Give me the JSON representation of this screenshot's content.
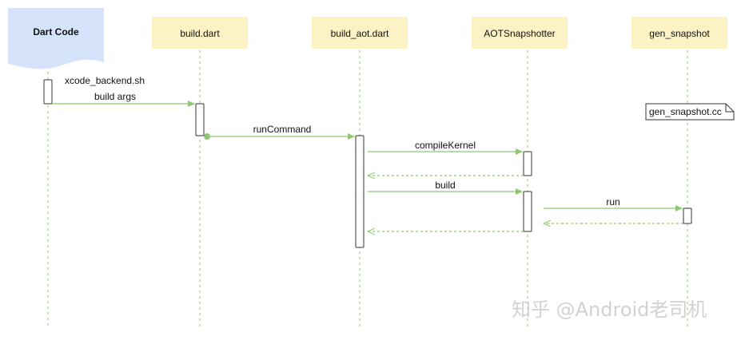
{
  "participants": [
    {
      "id": "dart_code",
      "label": "Dart Code",
      "style": "document",
      "fill": "#d4e3fa"
    },
    {
      "id": "build_dart",
      "label": "build.dart",
      "style": "box",
      "fill": "#fdf2c4"
    },
    {
      "id": "build_aot",
      "label": "build_aot.dart",
      "style": "box",
      "fill": "#fdf2c4"
    },
    {
      "id": "aot_snapshotter",
      "label": "AOTSnapshotter",
      "style": "box",
      "fill": "#fdf2c4"
    },
    {
      "id": "gen_snapshot",
      "label": "gen_snapshot",
      "style": "box",
      "fill": "#fdf2c4"
    }
  ],
  "messages": [
    {
      "label": "xcode_backend.sh",
      "kind": "note"
    },
    {
      "label": "build args",
      "from": "dart_code",
      "to": "build_dart",
      "kind": "call"
    },
    {
      "label": "runCommand",
      "from": "build_dart",
      "to": "build_aot",
      "kind": "call"
    },
    {
      "label": "compileKernel",
      "from": "build_aot",
      "to": "aot_snapshotter",
      "kind": "call"
    },
    {
      "label": "",
      "from": "aot_snapshotter",
      "to": "build_aot",
      "kind": "return"
    },
    {
      "label": "build",
      "from": "build_aot",
      "to": "aot_snapshotter",
      "kind": "call"
    },
    {
      "label": "run",
      "from": "aot_snapshotter",
      "to": "gen_snapshot",
      "kind": "call"
    },
    {
      "label": "",
      "from": "gen_snapshot",
      "to": "aot_snapshotter",
      "kind": "return"
    },
    {
      "label": "",
      "from": "aot_snapshotter",
      "to": "build_aot",
      "kind": "return"
    }
  ],
  "note": {
    "label": "gen_snapshot.cc",
    "attached_to": "gen_snapshot"
  },
  "watermark": "知乎 @Android老司机",
  "colors": {
    "lifeline": "#a8d08d",
    "arrow": "#8cc96e",
    "activation_stroke": "#333333",
    "document_fill": "#d4e3fa",
    "box_fill": "#fdf2c4",
    "watermark": "#d2d2d2"
  }
}
